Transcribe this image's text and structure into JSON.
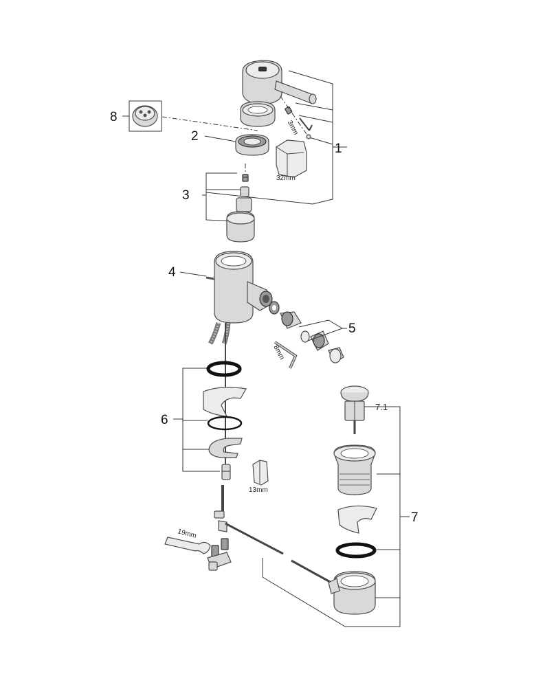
{
  "callouts": {
    "c1": "1",
    "c2": "2",
    "c3": "3",
    "c4": "4",
    "c5": "5",
    "c6": "6",
    "c7": "7",
    "c71": "7.1",
    "c8": "8"
  },
  "tool_labels": {
    "hex_3mm": "3mm",
    "wrench_32mm": "32mm",
    "hex_8mm": "8mm",
    "socket_13mm": "13mm",
    "spanner_19mm": "19mm"
  }
}
